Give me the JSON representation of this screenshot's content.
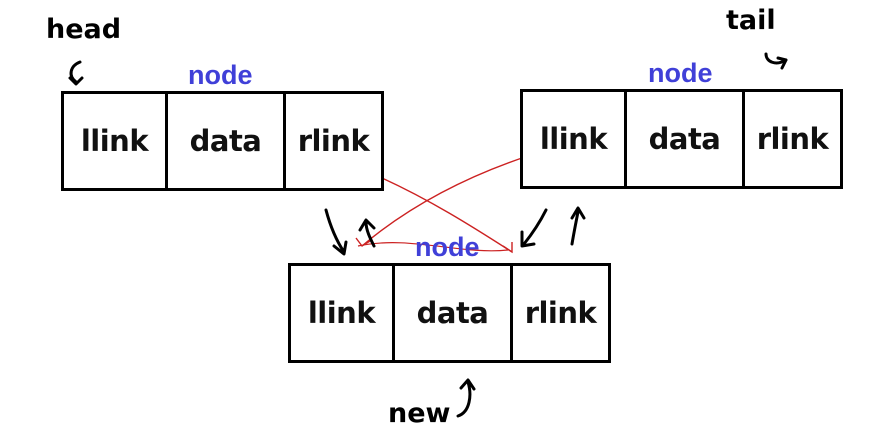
{
  "labels": {
    "head": "head",
    "tail": "tail",
    "new": "new"
  },
  "nodes": {
    "left": {
      "caption": "node",
      "fields": [
        "llink",
        "data",
        "rlink"
      ]
    },
    "right": {
      "caption": "node",
      "fields": [
        "llink",
        "data",
        "rlink"
      ]
    },
    "new": {
      "caption": "node",
      "fields": [
        "llink",
        "data",
        "rlink"
      ]
    }
  },
  "colors": {
    "node_caption": "#4040d8",
    "link_line": "#cc2222",
    "border": "#000000"
  }
}
